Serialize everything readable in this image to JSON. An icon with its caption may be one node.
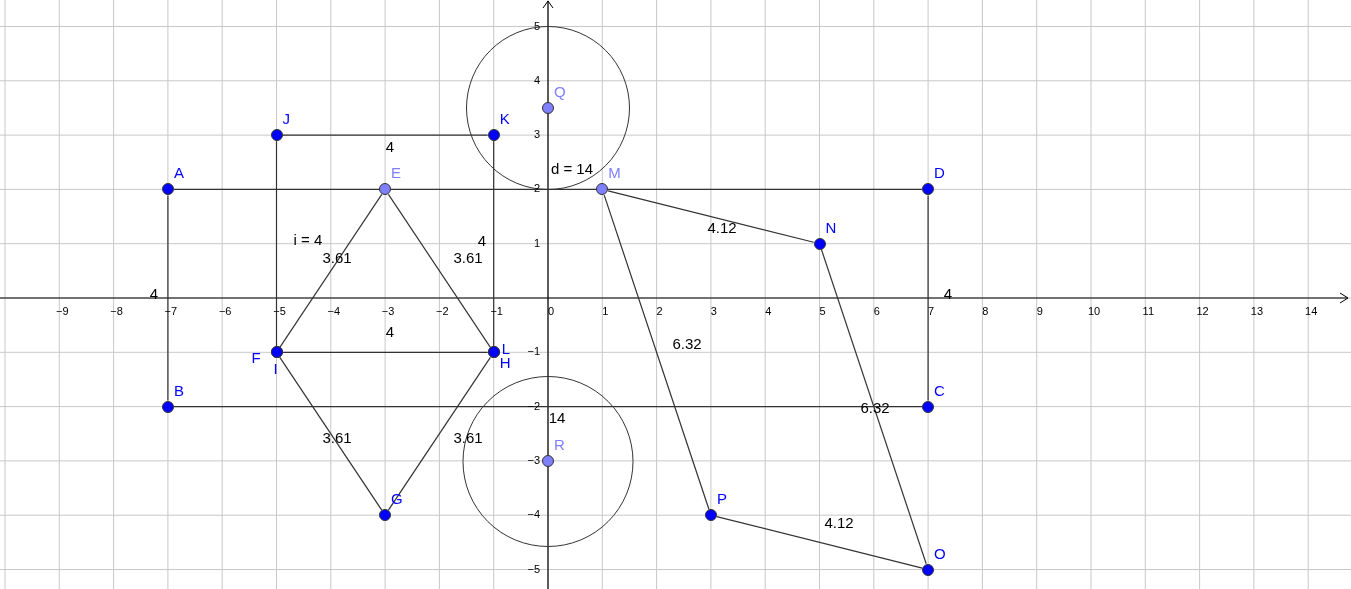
{
  "diagram": {
    "nodes": [
      {
        "text": [
          "A"
        ]
      },
      {
        "text": [
          "B"
        ]
      },
      {
        "text": [
          "C"
        ]
      },
      {
        "text": [
          "D"
        ]
      },
      {
        "text": [
          "E"
        ]
      },
      {
        "text": [
          "F"
        ]
      },
      {
        "text": [
          "G"
        ]
      },
      {
        "text": [
          "H"
        ]
      },
      {
        "text": [
          "I"
        ]
      },
      {
        "text": [
          "J"
        ]
      },
      {
        "text": [
          "K"
        ]
      },
      {
        "text": [
          "L"
        ]
      },
      {
        "text": [
          "M"
        ]
      },
      {
        "text": [
          "N"
        ]
      },
      {
        "text": [
          "O"
        ]
      },
      {
        "text": [
          "P"
        ]
      },
      {
        "text": [
          "Q"
        ]
      },
      {
        "text": [
          "R"
        ]
      }
    ],
    "edges": [
      {
        "from": 0,
        "to": 1,
        "arrow": "none",
        "label": "4"
      },
      {
        "from": 1,
        "to": 2,
        "arrow": "none",
        "label": "14"
      },
      {
        "from": 2,
        "to": 3,
        "arrow": "none",
        "label": "4"
      },
      {
        "from": 3,
        "to": 0,
        "arrow": "none",
        "label": "d = 14"
      },
      {
        "from": 9,
        "to": 10,
        "arrow": "none",
        "label": "4"
      },
      {
        "from": 10,
        "to": 11,
        "arrow": "none",
        "label": "4"
      },
      {
        "from": 11,
        "to": 8,
        "arrow": "none",
        "label": "4"
      },
      {
        "from": 8,
        "to": 9,
        "arrow": "none",
        "label": "i = 4"
      },
      {
        "from": 4,
        "to": 5,
        "arrow": "none",
        "label": "3.61"
      },
      {
        "from": 4,
        "to": 7,
        "arrow": "none",
        "label": "3.61"
      },
      {
        "from": 5,
        "to": 6,
        "arrow": "none",
        "label": "3.61"
      },
      {
        "from": 6,
        "to": 7,
        "arrow": "none",
        "label": "3.61"
      },
      {
        "from": 12,
        "to": 13,
        "arrow": "none",
        "label": "4.12"
      },
      {
        "from": 13,
        "to": 14,
        "arrow": "none",
        "label": "6.32"
      },
      {
        "from": 14,
        "to": 15,
        "arrow": "none",
        "label": "4.12"
      },
      {
        "from": 15,
        "to": 12,
        "arrow": "none",
        "label": "6.32"
      }
    ],
    "labels": [
      "−9",
      "−8",
      "−7",
      "−6",
      "−5",
      "−4",
      "−3",
      "−2",
      "−1",
      "0",
      "1",
      "2",
      "3",
      "4",
      "5",
      "6",
      "7",
      "8",
      "9",
      "10",
      "11",
      "12",
      "13",
      "14",
      "5",
      "4",
      "3",
      "2",
      "1",
      "−1",
      "−2",
      "−3",
      "−4",
      "−5"
    ]
  }
}
